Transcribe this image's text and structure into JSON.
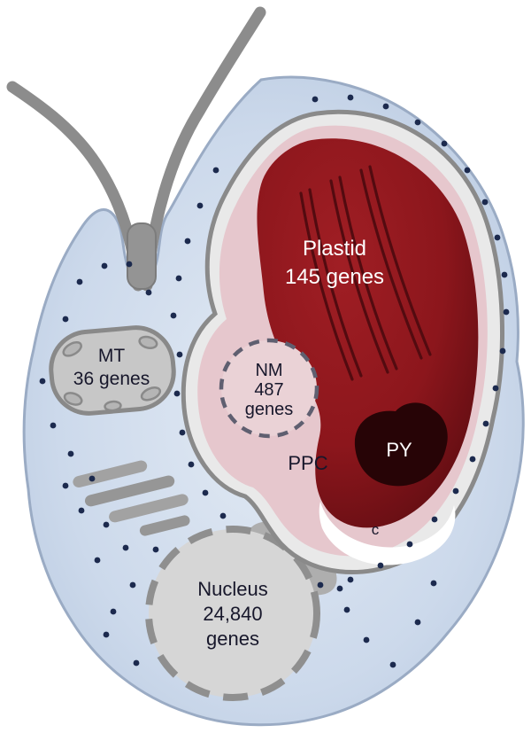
{
  "figure": {
    "type": "algal-cell-genome-diagram",
    "organelles": {
      "plastid": {
        "label": "Plastid",
        "genes": "145 genes"
      },
      "mitochondrion": {
        "label": "MT",
        "genes": "36 genes"
      },
      "nucleomorph": {
        "label": "NM",
        "genes_count": "487",
        "genes_word": "genes"
      },
      "ppc": {
        "label": "PPC"
      },
      "pyrenoid": {
        "label": "PY"
      },
      "c_region": {
        "label": "c"
      },
      "nucleus": {
        "label": "Nucleus",
        "genes_count": "24,840",
        "genes_word": "genes"
      }
    }
  },
  "colors": {
    "background": "#ffffff",
    "cytoplasm_center": "#e2eaf4",
    "cytoplasm_mid": "#ccd9eb",
    "cytoplasm_edge": "#b3c5dd",
    "cell_outline": "#9aabc4",
    "flagella": "#8c8c8c",
    "basal_body": "#949494",
    "membrane_gray": "#8a8a8a",
    "complex_gap": "#e9e9e9",
    "ppc_pink": "#e6c7cd",
    "plastid_red": "#a01e24",
    "plastid_dark": "#570b10",
    "thylakoid": "#530b10",
    "pyrenoid": "#270406",
    "starch_white": "#ffffff",
    "nm_fill": "#ead2d6",
    "nm_border": "#5f5f70",
    "mt_fill": "#c7c7c7",
    "mt_crista": "#b5b5b5",
    "nucleus_fill": "#d6d6d6",
    "nucleus_border": "#8f8f8f",
    "connector_gray": "#aeaeae",
    "golgi": "#a2a2a2",
    "ribosome_dot": "#1c2a4e",
    "text_dark": "#17172b",
    "text_light": "#ffffff"
  }
}
